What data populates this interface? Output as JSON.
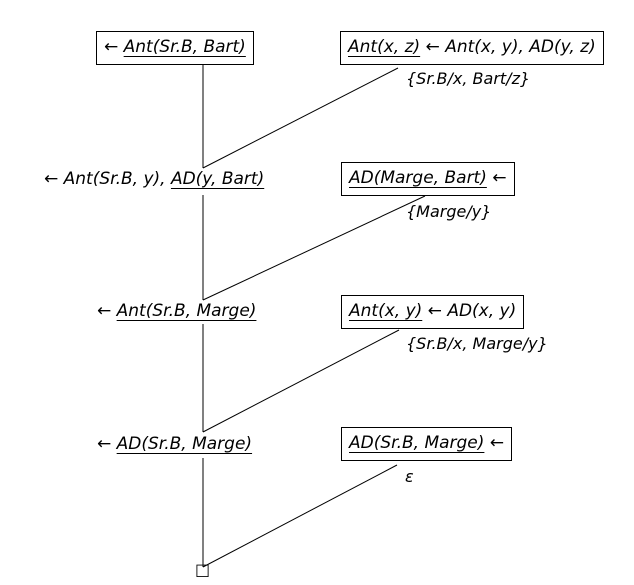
{
  "diagram": {
    "arrow": "←",
    "steps": [
      {
        "goal": {
          "prefix": "← ",
          "selected": "Ant(Sr.B, Bart)",
          "rest": ""
        },
        "clause": {
          "selected": "Ant(x, z)",
          "rest": " ← Ant(x, y), AD(y, z)"
        },
        "substitution": "{Sr.B/x, Bart/z}"
      },
      {
        "goal": {
          "prefix": "← Ant(Sr.B, y), ",
          "selected": "AD(y, Bart)",
          "rest": ""
        },
        "clause": {
          "selected": "AD(Marge, Bart)",
          "rest": " ←"
        },
        "substitution": "{Marge/y}"
      },
      {
        "goal": {
          "prefix": "← ",
          "selected": "Ant(Sr.B, Marge)",
          "rest": ""
        },
        "clause": {
          "selected": "Ant(x, y)",
          "rest": " ← AD(x, y)"
        },
        "substitution": "{Sr.B/x, Marge/y}"
      },
      {
        "goal": {
          "prefix": "← ",
          "selected": "AD(Sr.B, Marge)",
          "rest": ""
        },
        "clause": {
          "selected": "AD(Sr.B, Marge)",
          "rest": " ←"
        },
        "substitution": "ε"
      }
    ],
    "empty_clause": "□"
  }
}
